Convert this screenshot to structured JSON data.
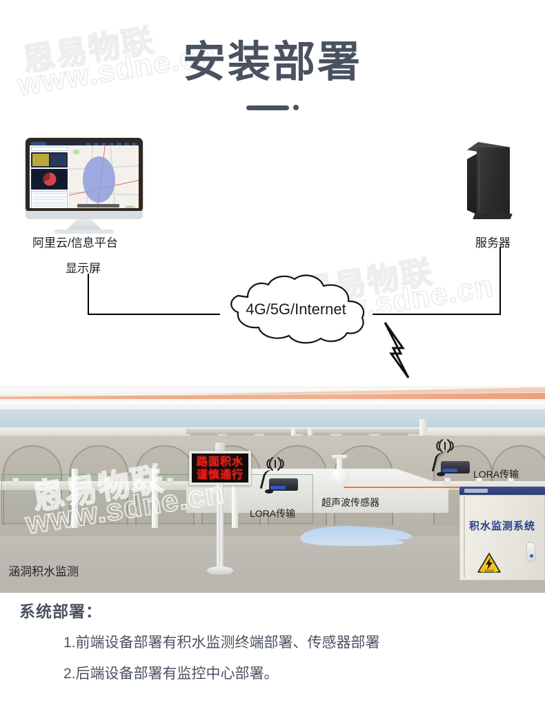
{
  "header": {
    "title": "安装部署"
  },
  "watermark": {
    "brand": "恩易物联",
    "url": "www.sdne.cn"
  },
  "diagram": {
    "monitor_label_top": "阿里云/信息平台",
    "monitor_label_bottom": "显示屏",
    "server_label": "服务器",
    "cloud_label": "4G/5G/Internet"
  },
  "scene": {
    "caption": "涵洞积水监测",
    "led_sign": {
      "line1": "路面积水",
      "line2": "谨慎通行",
      "text_color": "#f01b14",
      "background_color": "#0d0d0d"
    },
    "lora_left_label": "LORA传输",
    "lora_right_label": "LORA传输",
    "ultrasonic_label": "超声波传感器",
    "cabinet_label": "积水监测系统",
    "cabinet_title_color": "#2b3f86"
  },
  "footer": {
    "title": "系统部署：",
    "items": [
      "1.前端设备部署有积水监测终端部署、传感器部署",
      "2.后端设备部署有监控中心部署。"
    ]
  },
  "colors": {
    "title": "#4a5260",
    "body_text": "#4a5260",
    "led_red": "#f01b14",
    "cabinet_blue": "#2b3f86",
    "puddle_blue": "#a9c9ec"
  }
}
